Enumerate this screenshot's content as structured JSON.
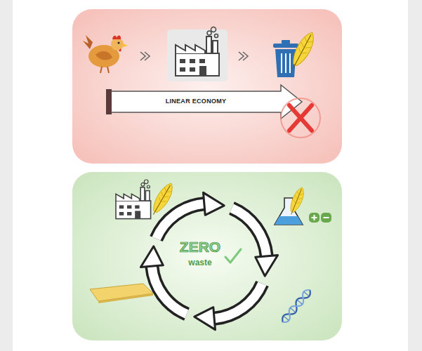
{
  "diagram": {
    "labels": [
      "LINEAR ECONOMY",
      "ZERO",
      "waste"
    ]
  }
}
